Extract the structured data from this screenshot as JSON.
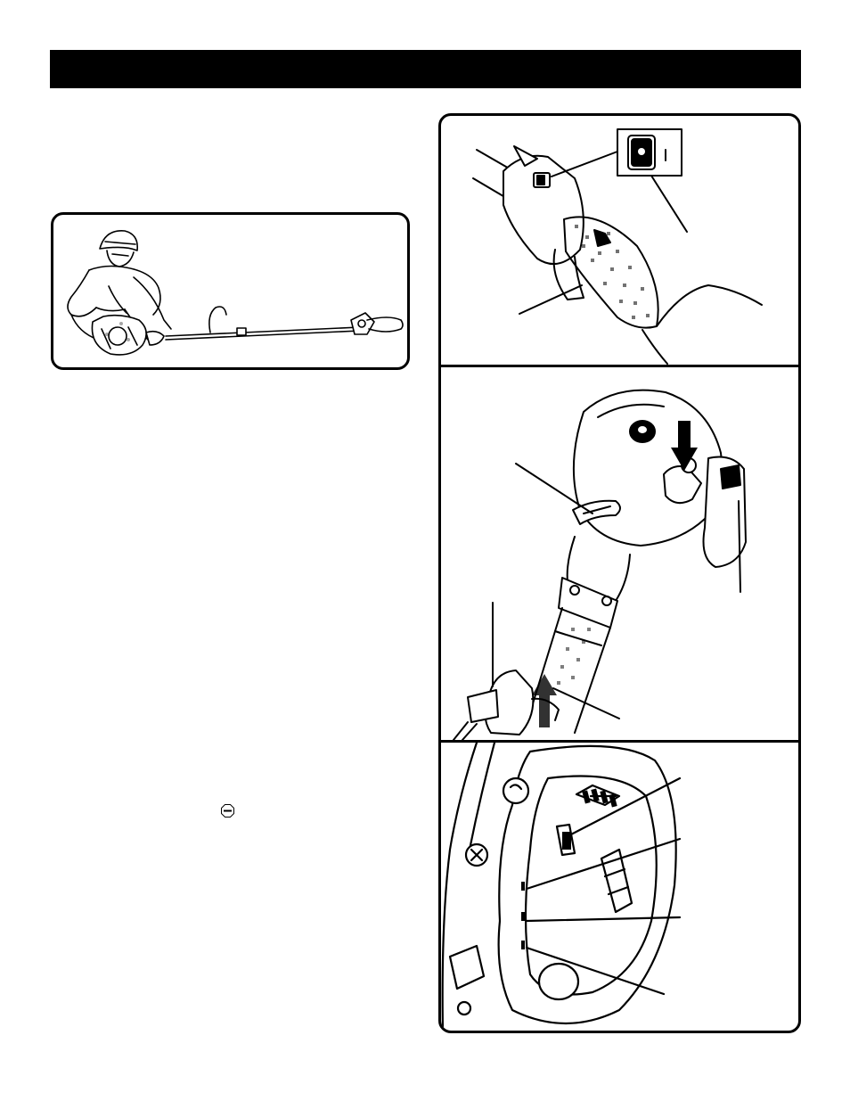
{
  "header": {
    "title": ""
  },
  "figures": {
    "operator_inset": {
      "icon": "operator-with-pole-saw-illustration"
    },
    "panel_handle": {
      "icon": "rear-handle-with-switch-illustration"
    },
    "panel_engine": {
      "icon": "engine-housing-illustration"
    },
    "panel_controls": {
      "icon": "engine-controls-closeup-illustration"
    }
  },
  "inline_icons": {
    "stop": "stop-sign-icon"
  },
  "colors": {
    "ink": "#000000",
    "paper": "#ffffff"
  }
}
